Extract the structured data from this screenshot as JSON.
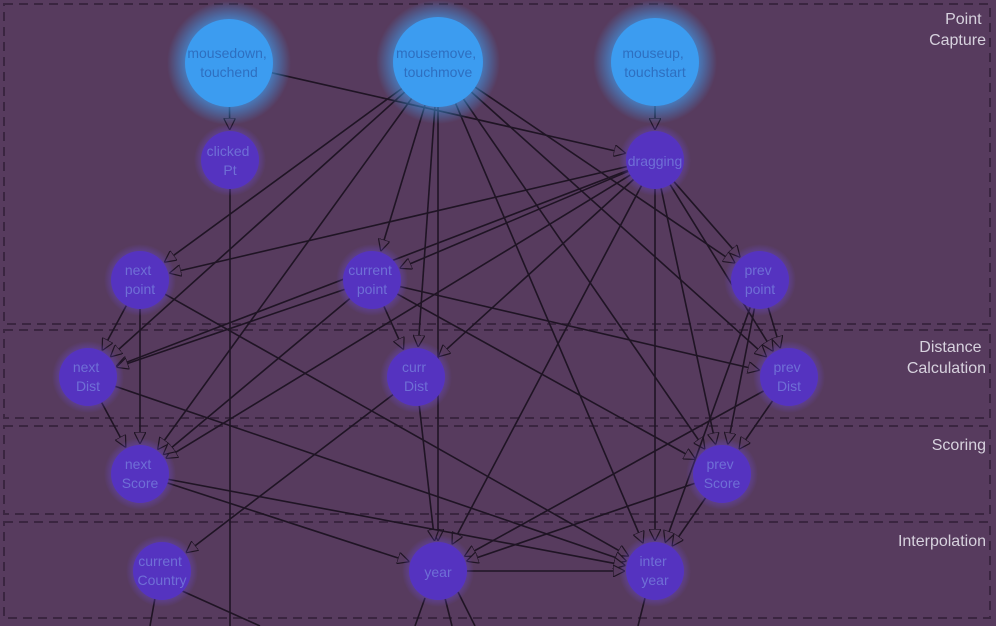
{
  "sections": [
    {
      "id": "capture",
      "lines": [
        "Point",
        "Capture"
      ]
    },
    {
      "id": "distance",
      "lines": [
        "Distance",
        "Calculation"
      ]
    },
    {
      "id": "scoring",
      "lines": [
        "Scoring"
      ]
    },
    {
      "id": "interp",
      "lines": [
        "Interpolation"
      ]
    }
  ],
  "nodes": [
    {
      "id": "mousedown",
      "lines": [
        "mousedown,",
        "touchend"
      ],
      "kind": "input"
    },
    {
      "id": "mousemove",
      "lines": [
        "mousemove,",
        "touchmove"
      ],
      "kind": "input"
    },
    {
      "id": "mouseup",
      "lines": [
        "mouseup,",
        "touchstart"
      ],
      "kind": "input"
    },
    {
      "id": "clickedPt",
      "lines": [
        "clicked",
        "Pt"
      ],
      "kind": "derived"
    },
    {
      "id": "dragging",
      "lines": [
        "dragging"
      ],
      "kind": "derived"
    },
    {
      "id": "nextPoint",
      "lines": [
        "next",
        "point"
      ],
      "kind": "derived"
    },
    {
      "id": "currentPoint",
      "lines": [
        "current",
        "point"
      ],
      "kind": "derived"
    },
    {
      "id": "prevPoint",
      "lines": [
        "prev",
        "point"
      ],
      "kind": "derived"
    },
    {
      "id": "nextDist",
      "lines": [
        "next",
        "Dist"
      ],
      "kind": "derived"
    },
    {
      "id": "currDist",
      "lines": [
        "curr",
        "Dist"
      ],
      "kind": "derived"
    },
    {
      "id": "prevDist",
      "lines": [
        "prev",
        "Dist"
      ],
      "kind": "derived"
    },
    {
      "id": "nextScore",
      "lines": [
        "next",
        "Score"
      ],
      "kind": "derived"
    },
    {
      "id": "prevScore",
      "lines": [
        "prev",
        "Score"
      ],
      "kind": "derived"
    },
    {
      "id": "currentCountry",
      "lines": [
        "current",
        "Country"
      ],
      "kind": "derived"
    },
    {
      "id": "year",
      "lines": [
        "year"
      ],
      "kind": "derived"
    },
    {
      "id": "interYear",
      "lines": [
        "inter",
        "year"
      ],
      "kind": "derived"
    }
  ],
  "edges": [
    [
      "mousedown",
      "clickedPt"
    ],
    [
      "mousedown",
      "dragging"
    ],
    [
      "mouseup",
      "dragging"
    ],
    [
      "mousemove",
      "nextPoint"
    ],
    [
      "mousemove",
      "currentPoint"
    ],
    [
      "mousemove",
      "prevPoint"
    ],
    [
      "mousemove",
      "nextDist"
    ],
    [
      "mousemove",
      "currDist"
    ],
    [
      "mousemove",
      "prevDist"
    ],
    [
      "mousemove",
      "nextScore"
    ],
    [
      "mousemove",
      "prevScore"
    ],
    [
      "mousemove",
      "year"
    ],
    [
      "mousemove",
      "interYear"
    ],
    [
      "dragging",
      "nextPoint"
    ],
    [
      "dragging",
      "currentPoint"
    ],
    [
      "dragging",
      "prevPoint"
    ],
    [
      "dragging",
      "nextDist"
    ],
    [
      "dragging",
      "currDist"
    ],
    [
      "dragging",
      "prevDist"
    ],
    [
      "dragging",
      "nextScore"
    ],
    [
      "dragging",
      "prevScore"
    ],
    [
      "dragging",
      "year"
    ],
    [
      "dragging",
      "interYear"
    ],
    [
      "nextPoint",
      "nextDist"
    ],
    [
      "nextPoint",
      "nextScore"
    ],
    [
      "nextPoint",
      "interYear"
    ],
    [
      "currentPoint",
      "nextDist"
    ],
    [
      "currentPoint",
      "currDist"
    ],
    [
      "currentPoint",
      "prevDist"
    ],
    [
      "currentPoint",
      "prevScore"
    ],
    [
      "currentPoint",
      "nextScore"
    ],
    [
      "prevPoint",
      "prevDist"
    ],
    [
      "prevPoint",
      "prevScore"
    ],
    [
      "prevPoint",
      "interYear"
    ],
    [
      "nextDist",
      "nextScore"
    ],
    [
      "nextDist",
      "interYear"
    ],
    [
      "currDist",
      "year"
    ],
    [
      "currDist",
      "currentCountry"
    ],
    [
      "prevDist",
      "prevScore"
    ],
    [
      "prevDist",
      "year"
    ],
    [
      "nextScore",
      "year"
    ],
    [
      "nextScore",
      "interYear"
    ],
    [
      "prevScore",
      "year"
    ],
    [
      "prevScore",
      "interYear"
    ],
    [
      "year",
      "interYear"
    ]
  ]
}
